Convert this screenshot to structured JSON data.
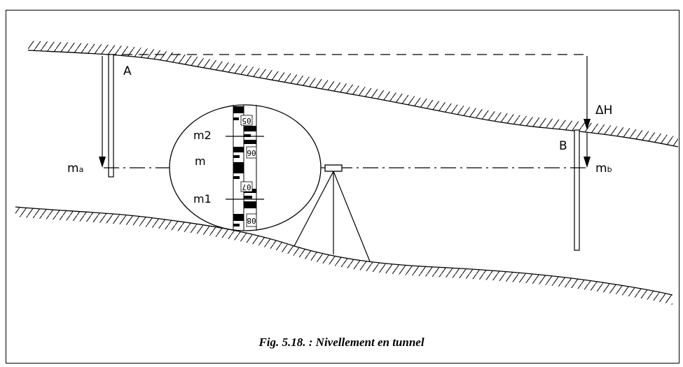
{
  "labels": {
    "point_a": "A",
    "point_b": "B",
    "reading_a_main": "m",
    "reading_a_sub": "a",
    "reading_b_main": "m",
    "reading_b_sub": "b",
    "delta_h": "ΔH",
    "zoom_m2": "m2",
    "zoom_m": "m",
    "zoom_m1": "m1"
  },
  "rod_numbers": [
    "05",
    "06",
    "07",
    "08"
  ],
  "caption": "Fig. 5.18. : Nivellement en tunnel"
}
